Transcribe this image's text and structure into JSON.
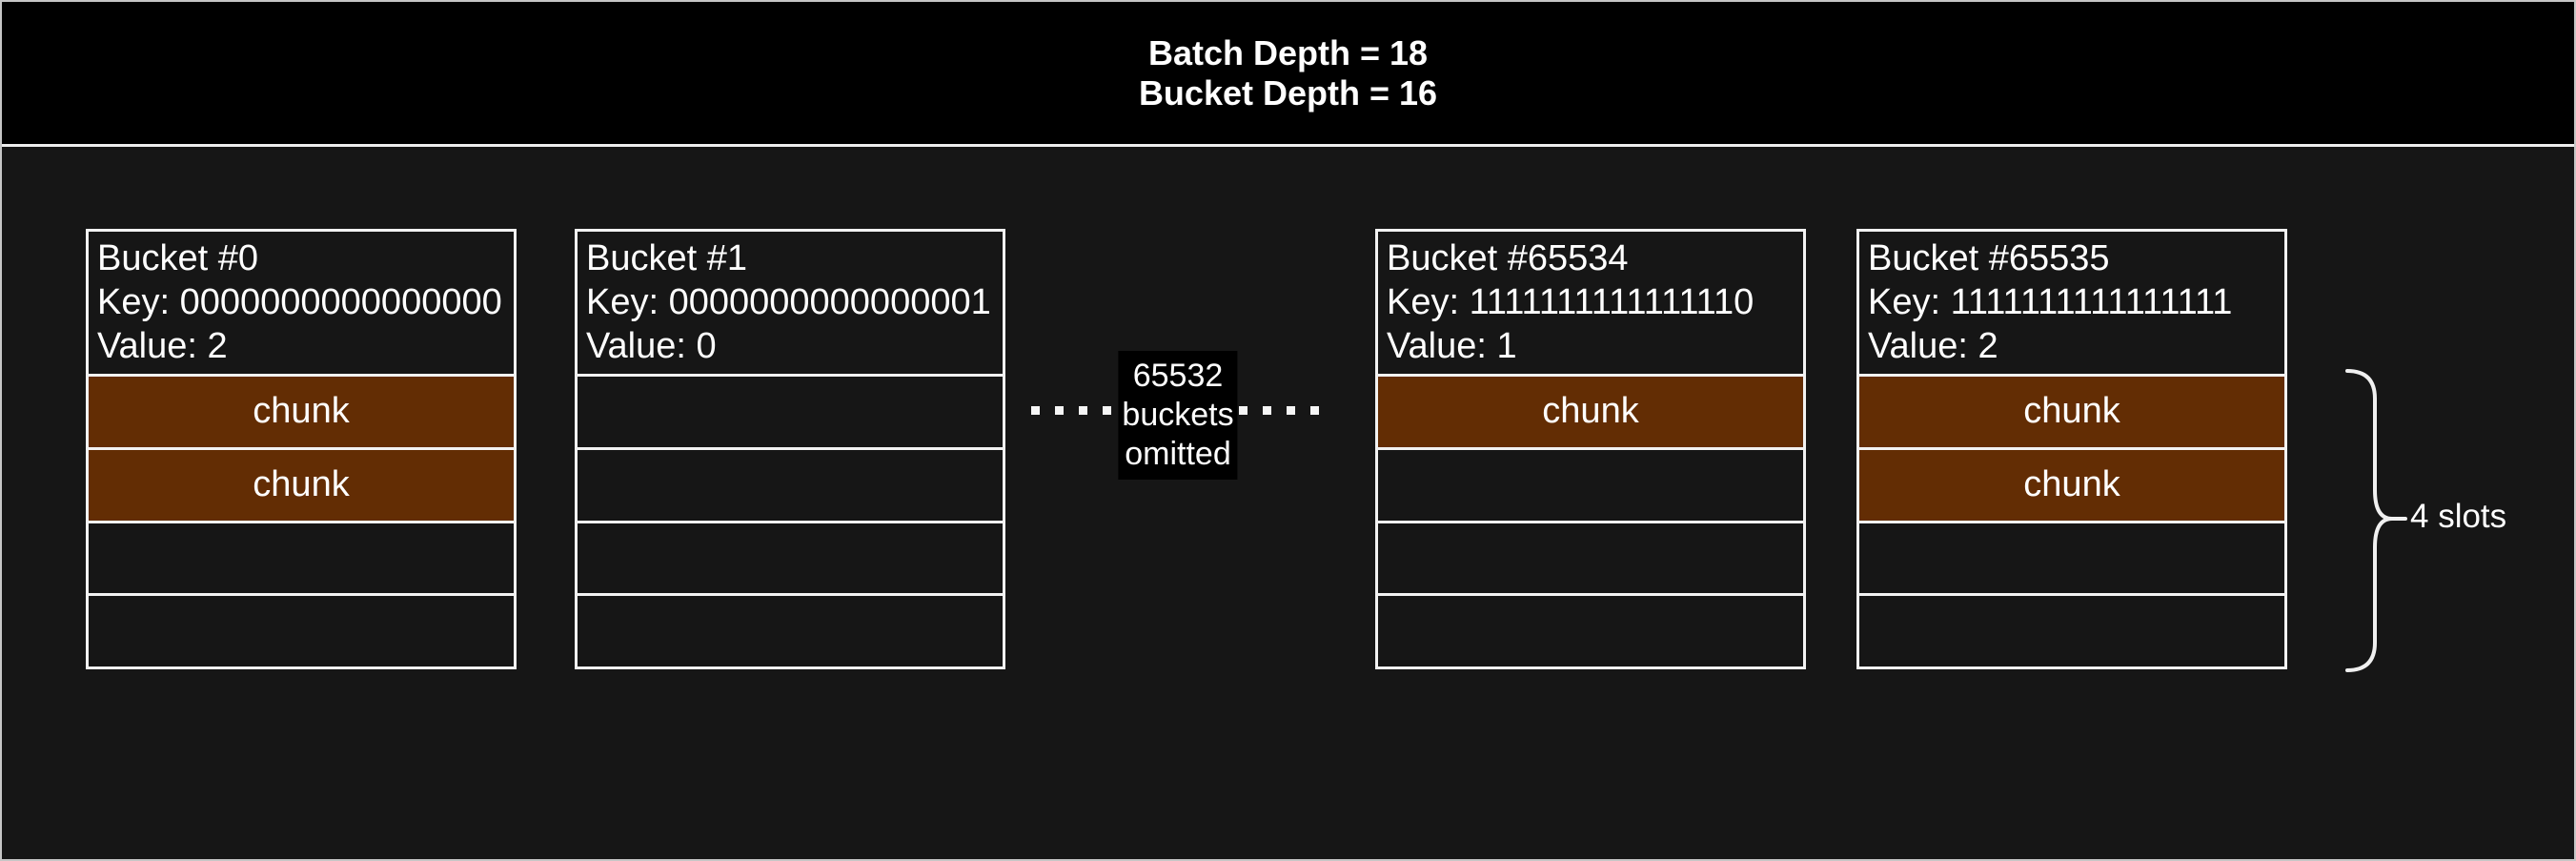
{
  "header": {
    "line1": "Batch Depth = 18",
    "line2": "Bucket Depth = 16"
  },
  "buckets": [
    {
      "title": "Bucket #0",
      "key_label": "Key: 0000000000000000",
      "value_label": "Value: 2",
      "slots": [
        "chunk",
        "chunk",
        "",
        ""
      ]
    },
    {
      "title": "Bucket #1",
      "key_label": "Key: 0000000000000001",
      "value_label": "Value: 0",
      "slots": [
        "",
        "",
        "",
        ""
      ]
    },
    {
      "title": "Bucket #65534",
      "key_label": "Key: 1111111111111110",
      "value_label": "Value: 1",
      "slots": [
        "chunk",
        "",
        "",
        ""
      ]
    },
    {
      "title": "Bucket #65535",
      "key_label": "Key: 1111111111111111",
      "value_label": "Value: 2",
      "slots": [
        "chunk",
        "chunk",
        "",
        ""
      ]
    }
  ],
  "omitted": {
    "line1": "65532",
    "line2": "buckets",
    "line3": "omitted",
    "dots_per_side": 4
  },
  "annotation": {
    "slots_label": "4 slots"
  },
  "colors": {
    "chunk_fill": "#632d04",
    "canvas_bg": "#161616",
    "header_bg": "#000000",
    "box_border": "#f2f2f2",
    "text": "#ffffff"
  }
}
